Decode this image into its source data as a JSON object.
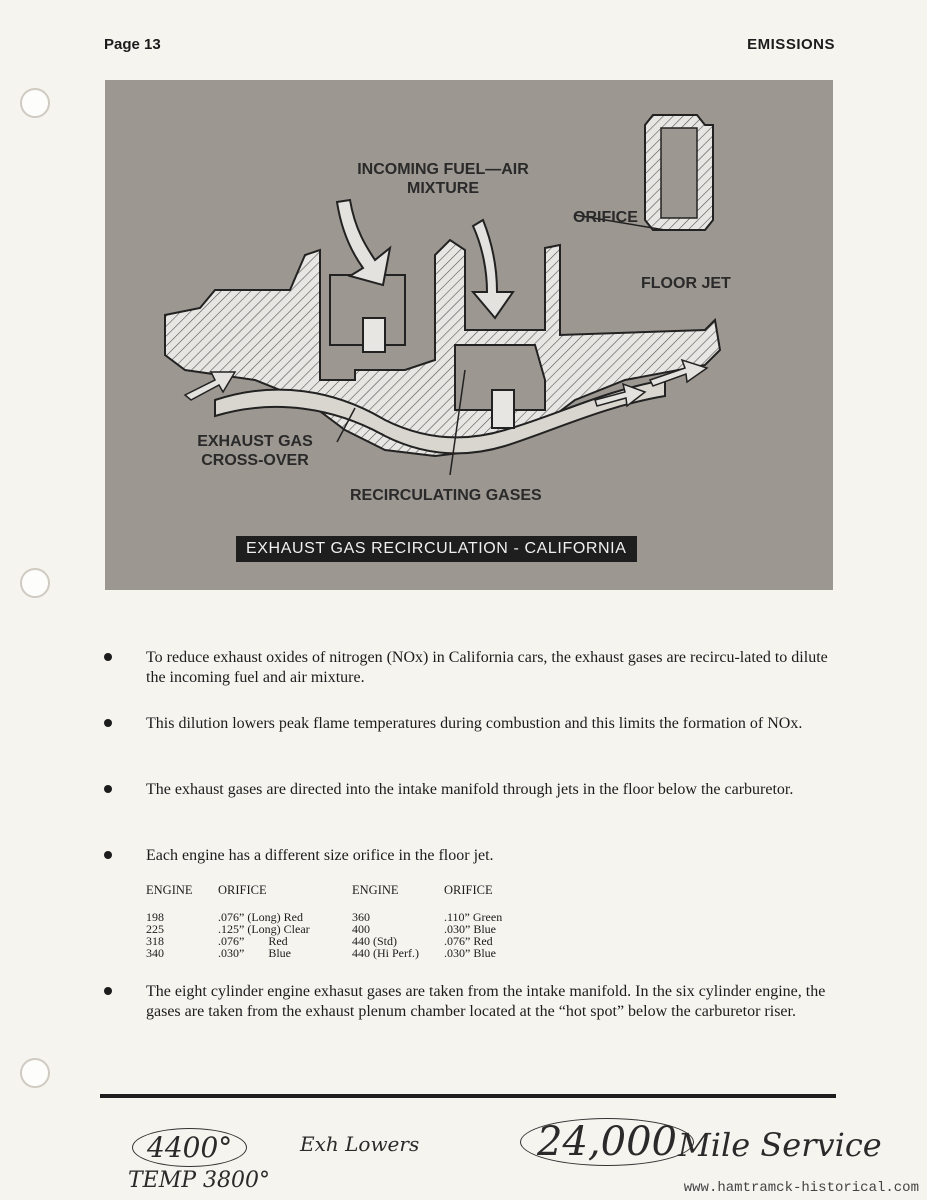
{
  "header": {
    "page": "Page 13",
    "section": "EMISSIONS"
  },
  "figure": {
    "labels": {
      "incoming": "INCOMING FUEL—AIR\nMIXTURE",
      "orifice": "ORIFICE",
      "floor_jet": "FLOOR JET",
      "exhaust_crossover": "EXHAUST GAS\nCROSS-OVER",
      "recirculating": "RECIRCULATING GASES"
    },
    "caption": "EXHAUST GAS RECIRCULATION - CALIFORNIA"
  },
  "bullets": [
    "To reduce exhaust oxides of nitrogen (NOx) in California cars, the exhaust gases are recircu-lated to dilute the incoming fuel and air mixture.",
    "This dilution lowers peak flame temperatures during combustion and this limits the formation of NOx.",
    "The exhaust gases are directed into the intake manifold through jets in the floor below the carburetor.",
    "Each engine has a different size orifice in the floor jet.",
    "The eight cylinder engine exhasut gases are taken from the intake manifold. In the six cylinder engine, the gases are taken from the exhaust plenum chamber located at the “hot spot” below the carburetor riser."
  ],
  "orifice_table": {
    "headers": [
      "ENGINE",
      "ORIFICE",
      "ENGINE",
      "ORIFICE"
    ],
    "rows": [
      [
        "198",
        ".076” (Long) Red",
        "360",
        ".110” Green"
      ],
      [
        "225",
        ".125” (Long) Clear",
        "400",
        ".030” Blue"
      ],
      [
        "318",
        ".076”        Red",
        "440 (Std)",
        ".076” Red"
      ],
      [
        "340",
        ".030”        Blue",
        "440 (Hi Perf.)",
        ".030” Blue"
      ]
    ]
  },
  "handwriting": {
    "temp1": "4400°",
    "note": "Exh Lowers",
    "mileage": "24,000",
    "service": "Mile Service",
    "temp2": "TEMP 3800°"
  },
  "watermark": "www.hamtramck-historical.com"
}
